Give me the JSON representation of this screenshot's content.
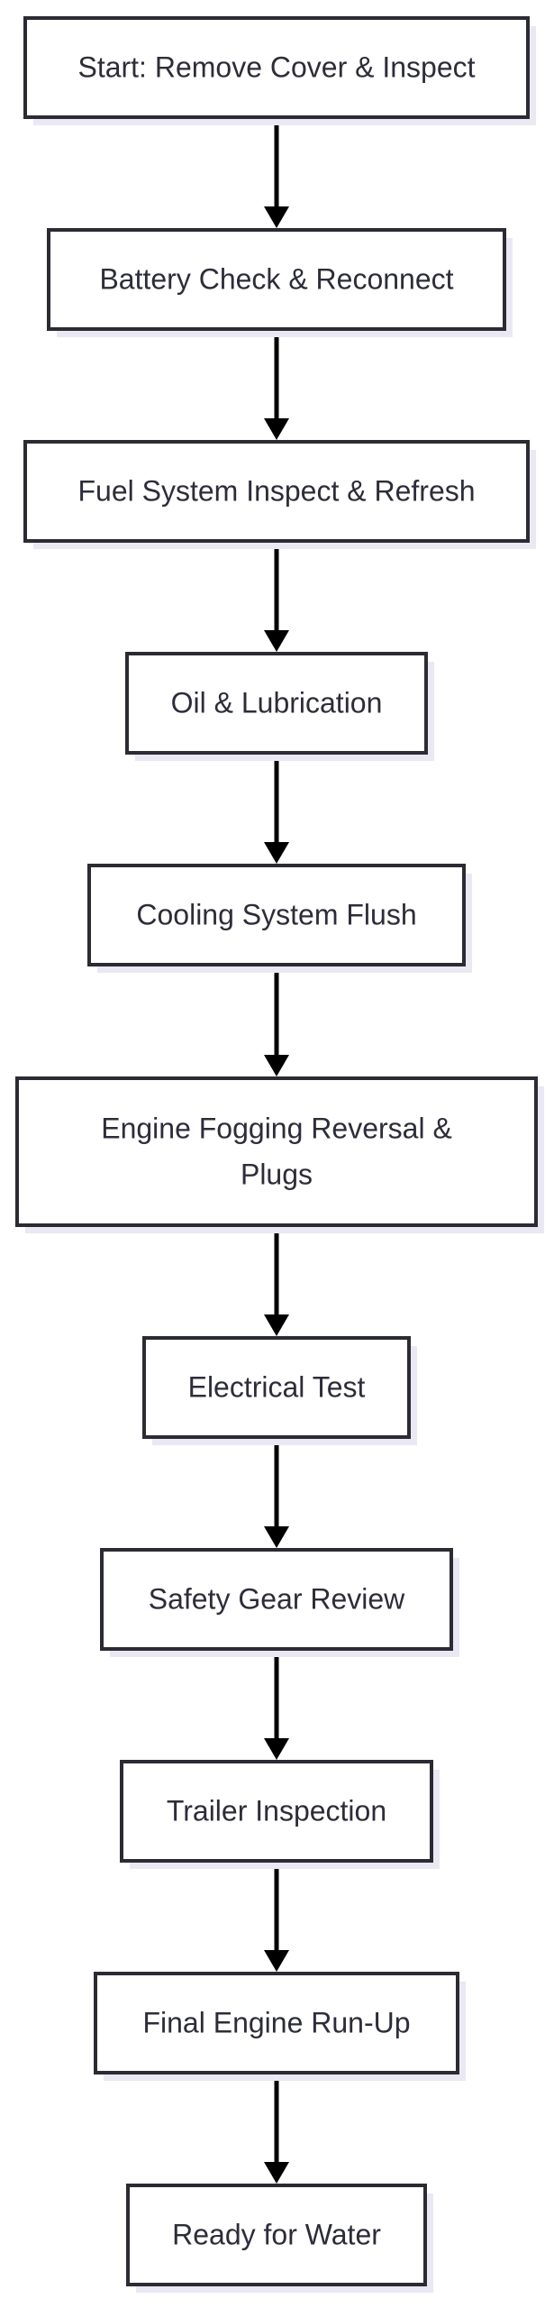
{
  "flowchart": {
    "direction": "top-to-bottom",
    "colors": {
      "node_border": "#2b2b33",
      "node_fill": "#ffffff",
      "node_shadow": "#e9e8f3",
      "text": "#2d2d3a",
      "edge": "#000000"
    },
    "nodes": [
      {
        "id": "start",
        "lines": [
          "Start: Remove Cover & Inspect"
        ]
      },
      {
        "id": "battery",
        "lines": [
          "Battery Check & Reconnect"
        ]
      },
      {
        "id": "fuel",
        "lines": [
          "Fuel System Inspect & Refresh"
        ]
      },
      {
        "id": "oil",
        "lines": [
          "Oil & Lubrication"
        ]
      },
      {
        "id": "cooling",
        "lines": [
          "Cooling System Flush"
        ]
      },
      {
        "id": "fogging",
        "lines": [
          "Engine Fogging Reversal &",
          "Plugs"
        ]
      },
      {
        "id": "electrical",
        "lines": [
          "Electrical Test"
        ]
      },
      {
        "id": "safety",
        "lines": [
          "Safety Gear Review"
        ]
      },
      {
        "id": "trailer",
        "lines": [
          "Trailer Inspection"
        ]
      },
      {
        "id": "runup",
        "lines": [
          "Final Engine Run-Up"
        ]
      },
      {
        "id": "ready",
        "lines": [
          "Ready for Water"
        ]
      }
    ],
    "edges": [
      {
        "from": "start",
        "to": "battery"
      },
      {
        "from": "battery",
        "to": "fuel"
      },
      {
        "from": "fuel",
        "to": "oil"
      },
      {
        "from": "oil",
        "to": "cooling"
      },
      {
        "from": "cooling",
        "to": "fogging"
      },
      {
        "from": "fogging",
        "to": "electrical"
      },
      {
        "from": "electrical",
        "to": "safety"
      },
      {
        "from": "safety",
        "to": "trailer"
      },
      {
        "from": "trailer",
        "to": "runup"
      },
      {
        "from": "runup",
        "to": "ready"
      }
    ]
  }
}
